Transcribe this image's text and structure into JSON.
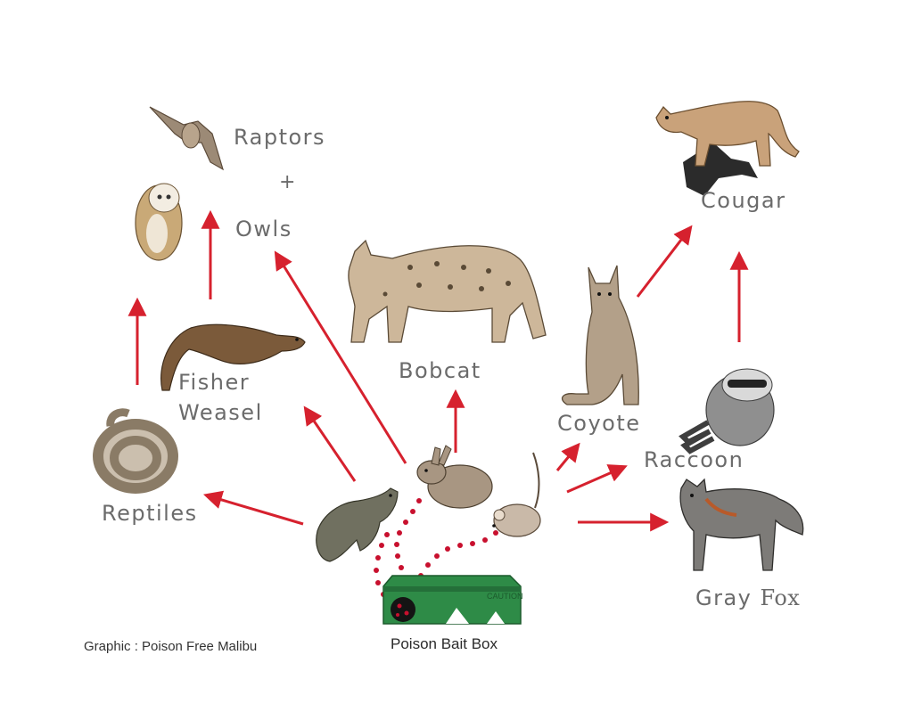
{
  "labels": {
    "raptors": "Raptors",
    "plus": "+",
    "owls": "Owls",
    "fisher": "Fisher",
    "weasel": "Weasel",
    "reptiles": "Reptiles",
    "bobcat": "Bobcat",
    "coyote": "Coyote",
    "raccoon": "Raccoon",
    "cougar": "Cougar",
    "gray": "Gray",
    "fox": "Fox",
    "bait_box": "Poison Bait Box",
    "credit": "Graphic : Poison Free Malibu",
    "box_caution": "CAUTION"
  },
  "colors": {
    "arrow": "#d6212e",
    "label": "#6b6b6b",
    "box": "#2e8b47",
    "dots": "#c8102e"
  }
}
